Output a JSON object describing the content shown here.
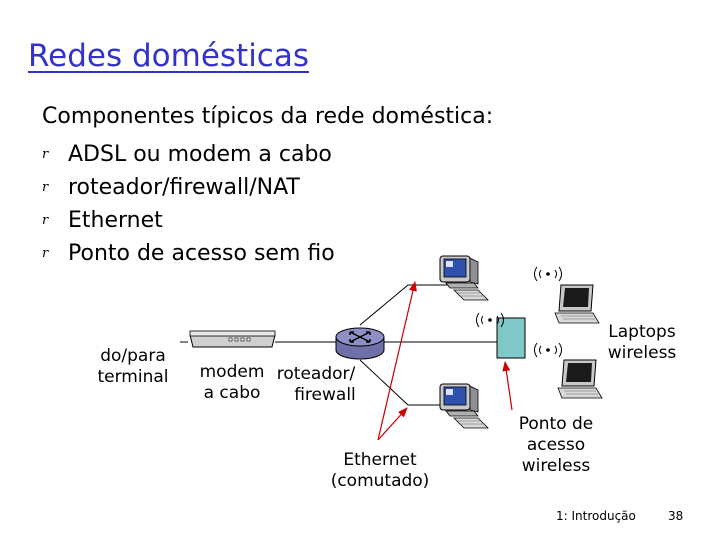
{
  "slide": {
    "title": "Redes domésticas",
    "subtitle": "Componentes típicos da rede doméstica:",
    "bullet_glyph": "r",
    "bullets": [
      "ADSL ou modem a cabo",
      "roteador/firewall/NAT",
      "Ethernet",
      "Ponto de acesso sem fio"
    ]
  },
  "diagram": {
    "labels": {
      "terminal_line1": "do/para",
      "terminal_line2": "terminal",
      "modem_line1": "modem",
      "modem_line2": "a cabo",
      "router_line1": "roteador/",
      "router_line2": "firewall",
      "ethernet_line1": "Ethernet",
      "ethernet_line2": "(comutado)",
      "ap_line1": "Ponto de",
      "ap_line2": "acesso",
      "ap_line3": "wireless",
      "laptops_line1": "Laptops",
      "laptops_line2": "wireless"
    },
    "colors": {
      "arrow": "#cc0000",
      "title": "#3333cc",
      "router": "#8080b8",
      "ap": "#80c8c8",
      "monitor_screen": "#3050b0"
    }
  },
  "footer": {
    "chapter": "1: Introdução",
    "page": "38"
  }
}
